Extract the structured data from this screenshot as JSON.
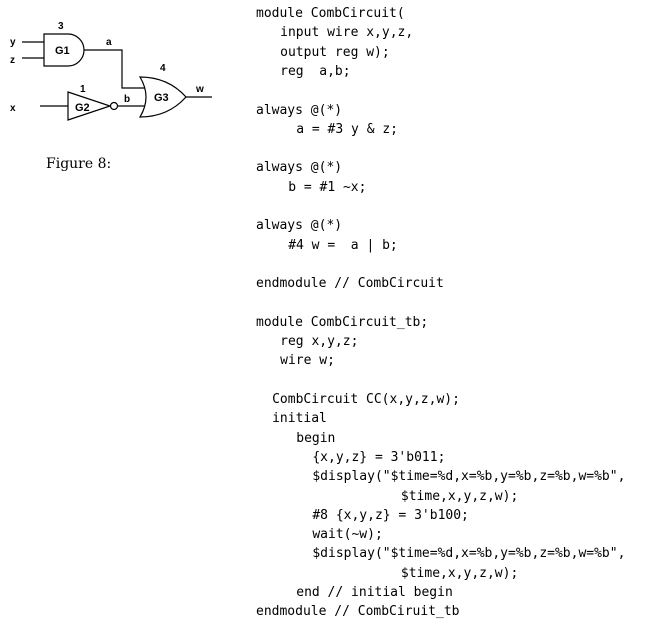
{
  "diagram": {
    "inputs": {
      "y": "y",
      "z": "z",
      "x": "x"
    },
    "gates": [
      {
        "id": "G1",
        "label": "G1",
        "delay": "3"
      },
      {
        "id": "G2",
        "label": "G2",
        "delay": "1"
      },
      {
        "id": "G3",
        "label": "G3",
        "delay": "4"
      }
    ],
    "wires": {
      "a": "a",
      "b": "b",
      "w": "w"
    },
    "caption": "Figure 8:"
  },
  "code": [
    {
      "text": "module CombCircuit(",
      "indent": 0
    },
    {
      "text": "input wire x,y,z,",
      "indent": 3
    },
    {
      "text": "output reg w);",
      "indent": 3
    },
    {
      "text": "reg  a,b;",
      "indent": 3
    },
    {
      "text": "",
      "indent": 0
    },
    {
      "text": "always @(*)",
      "indent": 0
    },
    {
      "text": "a = #3 y & z;",
      "indent": 5
    },
    {
      "text": "",
      "indent": 0
    },
    {
      "text": "always @(*)",
      "indent": 0
    },
    {
      "text": "b = #1 ~x;",
      "indent": 4
    },
    {
      "text": "",
      "indent": 0
    },
    {
      "text": "always @(*)",
      "indent": 0
    },
    {
      "text": "#4 w =  a | b;",
      "indent": 4
    },
    {
      "text": "",
      "indent": 0
    },
    {
      "text": "endmodule // CombCircuit",
      "indent": 0
    },
    {
      "text": "",
      "indent": 0
    },
    {
      "text": "module CombCircuit_tb;",
      "indent": 0
    },
    {
      "text": "reg x,y,z;",
      "indent": 3
    },
    {
      "text": "wire w;",
      "indent": 3
    },
    {
      "text": "",
      "indent": 0
    },
    {
      "text": "CombCircuit CC(x,y,z,w);",
      "indent": 2
    },
    {
      "text": "initial",
      "indent": 2
    },
    {
      "text": "begin",
      "indent": 5
    },
    {
      "text": "{x,y,z} = 3'b011;",
      "indent": 7
    },
    {
      "text": "$display(\"$time=%d,x=%b,y=%b,z=%b,w=%b\",",
      "indent": 7
    },
    {
      "text": "$time,x,y,z,w);",
      "indent": 18
    },
    {
      "text": "#8 {x,y,z} = 3'b100;",
      "indent": 7
    },
    {
      "text": "wait(~w);",
      "indent": 7
    },
    {
      "text": "$display(\"$time=%d,x=%b,y=%b,z=%b,w=%b\",",
      "indent": 7
    },
    {
      "text": "$time,x,y,z,w);",
      "indent": 18
    },
    {
      "text": "end // initial begin",
      "indent": 5
    },
    {
      "text": "endmodule // CombCiruit_tb",
      "indent": 0
    }
  ]
}
